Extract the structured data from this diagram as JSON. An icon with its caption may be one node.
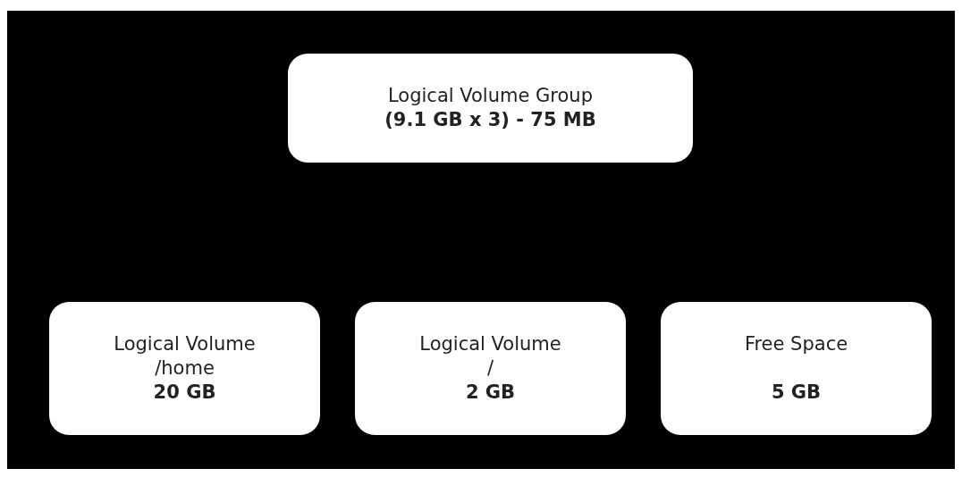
{
  "diagram": {
    "nodes": [
      {
        "text": [
          "Logical Volume Group",
          "(9.1 GB x 3) - 75 MB"
        ]
      },
      {
        "text": [
          "Logical Volume",
          "/home",
          "20 GB"
        ]
      },
      {
        "text": [
          "Logical Volume",
          "/",
          "2 GB"
        ]
      },
      {
        "text": [
          "Free Space",
          "5 GB"
        ]
      }
    ]
  }
}
